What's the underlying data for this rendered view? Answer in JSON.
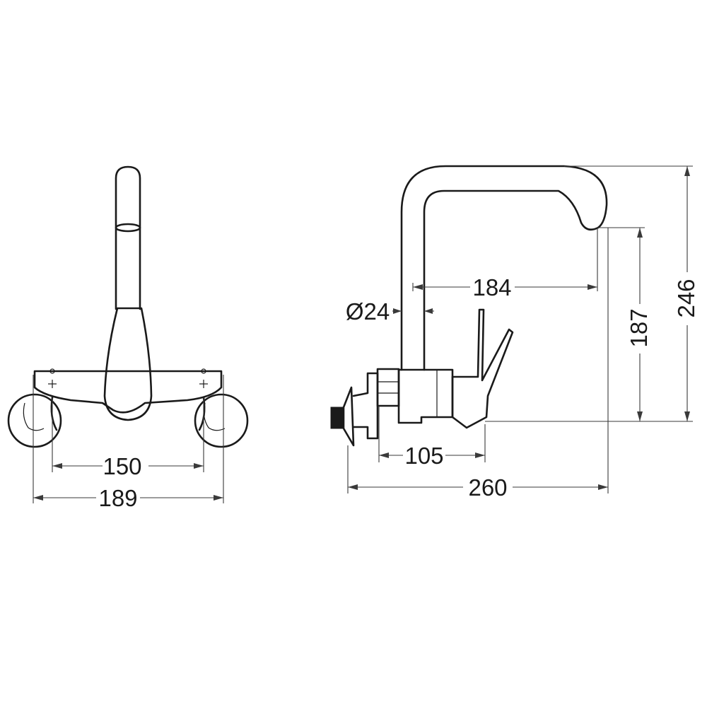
{
  "dimensions": {
    "front_inlet_spacing": "150",
    "front_overall_width": "189",
    "side_spout_reach": "184",
    "side_spout_diameter": "Ø24",
    "side_body_depth": "105",
    "side_overall_depth": "260",
    "side_outlet_height": "187",
    "side_overall_height": "246"
  }
}
